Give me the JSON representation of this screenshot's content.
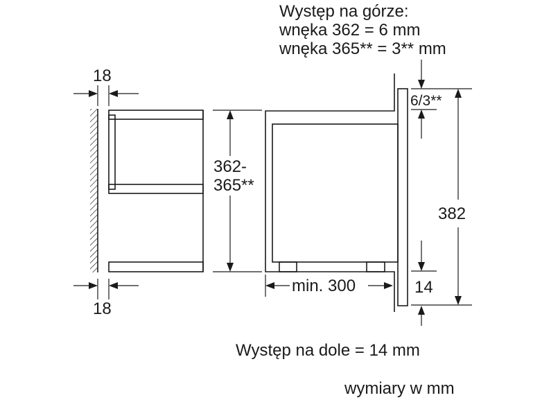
{
  "notes": {
    "top_overhang_title": "Występ na górze:",
    "top_overhang_362": "wnęka 362 = 6 mm",
    "top_overhang_365": "wnęka 365** = 3** mm",
    "bottom_overhang": "Występ na dole = 14 mm",
    "units": "wymiary w mm"
  },
  "dimensions": {
    "side_gap_top": "18",
    "side_gap_bottom": "18",
    "niche_height_line1": "362-",
    "niche_height_line2": "365**",
    "min_depth": "min. 300",
    "top_overhang": "6/3**",
    "front_height": "382",
    "bottom_overhang": "14"
  }
}
